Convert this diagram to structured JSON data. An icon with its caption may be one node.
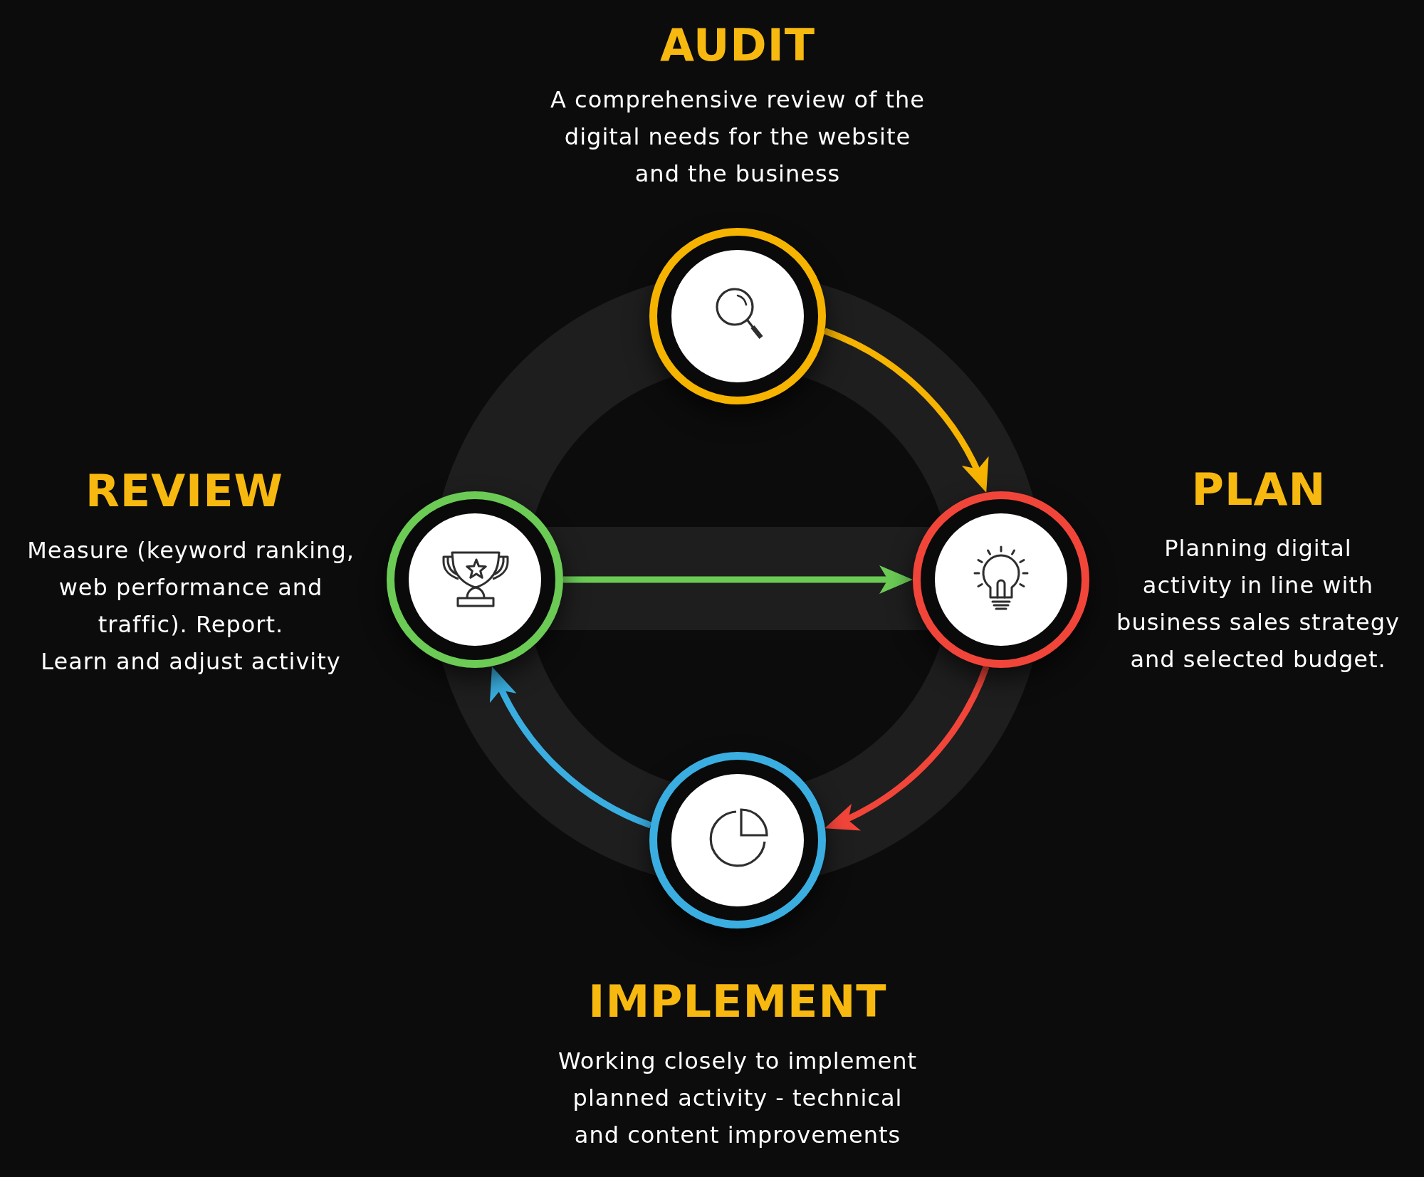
{
  "diagram": {
    "nodes": [
      {
        "text": [],
        "shape": "circle",
        "beside": [
          "AUDIT",
          "A comprehensive review of the digital needs for the website and the business"
        ]
      },
      {
        "text": [],
        "shape": "circle",
        "beside": [
          "REVIEW",
          "Measure (keyword ranking, web performance and traffic). Report.",
          "Learn and adjust activity"
        ]
      },
      {
        "text": [],
        "shape": "circle",
        "beside": [
          "PLAN",
          "Planning digital activity in line with business sales strategy and selected budget."
        ]
      },
      {
        "text": [],
        "shape": "circle",
        "beside": [
          "IMPLEMENT",
          "Working closely to implement planned activity - technical and content improvements"
        ]
      }
    ],
    "edges": [
      {
        "from": 0,
        "to": 2,
        "arrow": "to",
        "color": "#f6b400"
      },
      {
        "from": 2,
        "to": 3,
        "arrow": "to",
        "color": "#f2453a"
      },
      {
        "from": 3,
        "to": 1,
        "arrow": "to",
        "color": "#3aaee0"
      },
      {
        "from": 1,
        "to": 2,
        "arrow": "to",
        "color": "#6bcb55"
      }
    ]
  }
}
